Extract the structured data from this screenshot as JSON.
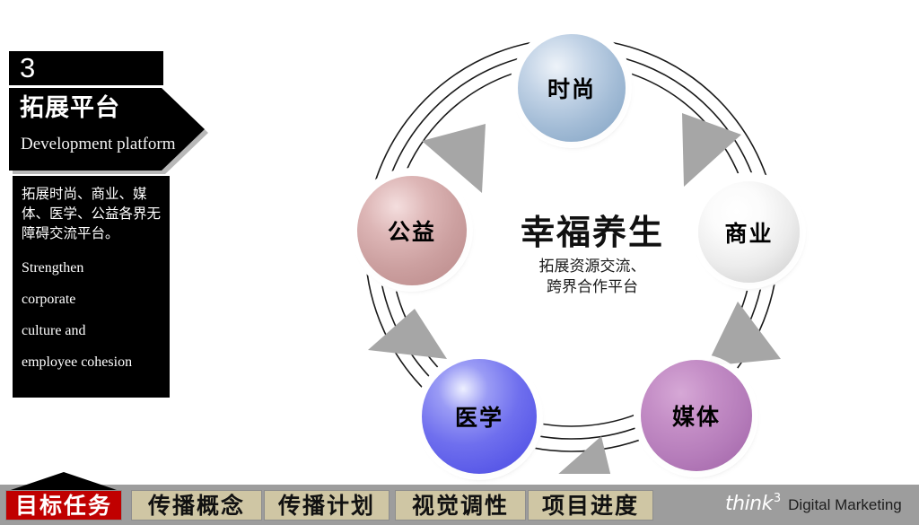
{
  "slide": {
    "section_number": "3",
    "section_title_cn": "拓展平台",
    "section_title_en": "Development platform",
    "description_cn": "拓展时尚、商业、媒体、医学、公益各界无障碍交流平台。",
    "description_en_lines": [
      "Strengthen",
      "corporate",
      "culture and",
      "employee cohesion"
    ]
  },
  "diagram": {
    "center_title": "幸福养生",
    "center_subtitle_line1": "拓展资源交流、",
    "center_subtitle_line2": "跨界合作平台",
    "nodes": [
      {
        "label": "时尚",
        "color": "#a3bcd6",
        "name": "fashion"
      },
      {
        "label": "商业",
        "color": "#e8e8e8",
        "name": "business"
      },
      {
        "label": "媒体",
        "color": "#b57cba",
        "name": "media"
      },
      {
        "label": "医学",
        "color": "#6f6fee",
        "name": "medicine"
      },
      {
        "label": "公益",
        "color": "#cca0a0",
        "name": "welfare"
      }
    ],
    "arrow_color": "#a6a6a6",
    "arc_color": "#1a1a1a",
    "arc_count": 3
  },
  "bottom_nav": {
    "tabs": [
      {
        "label": "目标任务",
        "active": true
      },
      {
        "label": "传播概念",
        "active": false
      },
      {
        "label": "传播计划",
        "active": false
      },
      {
        "label": "视觉调性",
        "active": false
      },
      {
        "label": "项目进度",
        "active": false
      }
    ],
    "active_color": "#c00000",
    "idle_color": "#cfc6a4",
    "bar_color": "#9d9d9d"
  },
  "logo": {
    "wordmark": "think",
    "superscript": "3",
    "tagline": "Digital Marketing"
  }
}
